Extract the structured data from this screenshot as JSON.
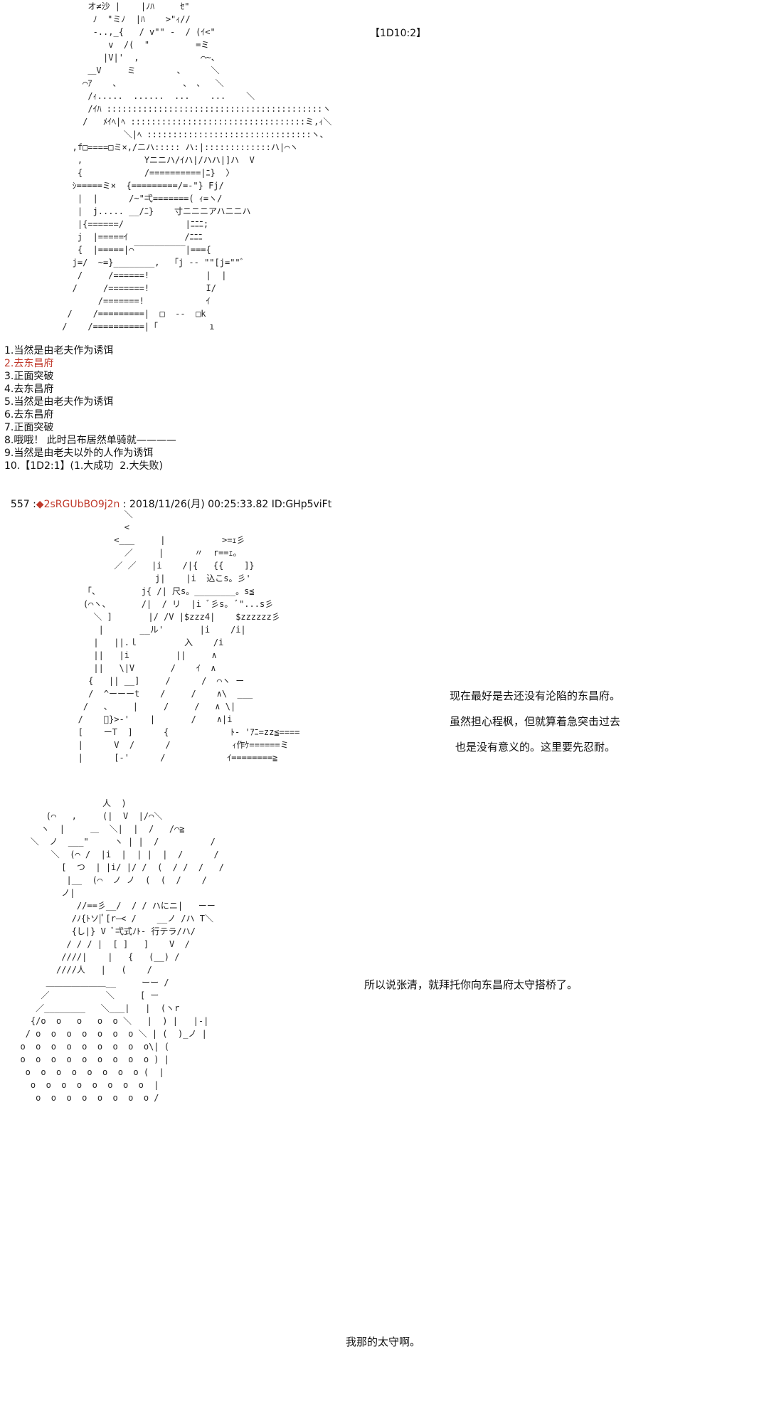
{
  "dice_result": "【1D10:2】",
  "roll_options": [
    "1.当然是由老夫作为诱饵",
    "2.去东昌府",
    "3.正面突破",
    "4.去东昌府",
    "5.当然是由老夫作为诱饵",
    "6.去东昌府",
    "7.正面突破",
    "8.哦哦！ 此时吕布居然单骑就————",
    "9.当然是由老夫以外的人作为诱饵",
    "10.【1D2:1】(1.大成功  2.大失败)"
  ],
  "post": {
    "number": "557 :",
    "trip": "◆2sRGUbBO9j2n",
    "meta": " : 2018/11/26(月) 00:25:33.82 ID:GHp5viFt"
  },
  "dialogs": {
    "line1": "现在最好是去还没有沦陷的东昌府。",
    "line2": "虽然担心程枫，但就算着急突击过去",
    "line3": "也是没有意义的。这里要先忍耐。",
    "line4": "所以说张清，就拜托你向东昌府太守搭桥了。",
    "line5": "我那的太守啊。"
  },
  "art": {
    "figure1": "      オ≠沙 |    |ﾉﾊ     ｾ\"\n       ﾉ  \"ミﾉ  |ﾊ    >\"ｨ//\n       -..,_{   / v\"\" -  / (ｲ<\"\n          v  /(  \"         =ミ\n         |V|'  ,            ⌒~、\n      ＿V     ミ        、     ＼\n     ⌒ｱ    、            、 、  ＼\n      /ｨ.....  ......  ...    ...    ＼\n      /ｲﾊ ::::::::::::::::::::::::::::::::::::::::::ヽ\n     /   ﾒｲﾍ|ﾍ ::::::::::::::::::::::::::::::::::ミ,ｨ＼\n             ＼|ﾍ ::::::::::::::::::::::::::::::::ヽ、\n   ,f□====□ミ×,/ニハ::::: ハ:|:::::::::::::ハ|⌒ヽ\n    ,            Yニニハ/ｲハ|/ハハ|]ハ  V\n    {            /==========|ﾆ}  〉\n   ｼ=====ミ×  {=========/=-\"} Fj/\n    |  |      /~\"弌=======( ｨ=ヽ/\n    |  j..... __/ﾆ}    寸ニニニアハニニハ\n    |{======/            |ﾆﾆﾆ;\n    j  |=====ｲ           /ﾆﾆﾆ\n    {  |=====|⌒‾‾‾‾‾‾‾‾‾‾|==={\n   j=/  ~=}________,  「j -- \"\"[j=\"\"ﾞ\n    /     /======!           |  |\n   /     /=======!           I/\n        /=======!            ｲ\n  /    /=========|  □  --  □k\n /    /==========|「          ı",
    "figure2": "            ＼\n            <    \n          <___     |           >=ｪ彡\n            ／     |      〃  r==ｪ。\n          ／ ／   |i    /|{   {{    ]}\n                  j|    |i  込こs。彡'\n    「、        j{ /| 尺s。________。s≦\n    (⌒ヽ、      /|  / リ  |i ﾞ彡s。 ﾞ\"...s彡\n      ＼ ]       |/ /V |$zzz4|    $zzzzzz彡\n       |       __ル'       |i    /i|\n      |   ||.ｌ         入    /i\n      ||   |i         ||     ∧\n      ||   \\|V       /    ｲ  ∧\n     {   || __]     /      /  ⌒ヽ ー\n     /  ^ーーーt    /     /    ∧\\  ___\n    /   、    |     /     /   ∧ \\|\n   /    ﾞ}>-'    |       /    ∧|i\n   [    ーT  ]      {            ﾄ- 'ｱﾆ=zz≦====\n   |      V  /      /            ｨ作ｹ======ミ\n   |      [-'      /            ｲ========≧",
    "figure3": "                  人  )\n       (⌒   ,     (|  V  |/⌒＼\n      ヽ  |     ＿  ＼|  |  /   /⌒≧\n    ＼  ノ  ___\"     ヽ | |  /          /\n        ＼  (⌒ /  |i  |  | |  |  /      /\n          [  つ  | |i/ |/ /  (  / /  /   /\n           |__  (⌒  ノ ノ  (  (  /    /\n          ノ|\n             //==彡__/  / / ハにニ|   ーー\n            /ﾉ{ﾄソ|ﾟ[r—< /    __ノ /ハ T＼\n            {し|} V ﾞ弌式ﾉﾄ- 行テラ/ハ/\n           / / / |  [ ]   ]    V  /\n          ////|    |   {   (__) /\n         ////人   |   (    /\n       ＿＿＿＿＿＿＿__     ーー /\n      ／           ＼     [ ー\n     ／________   ＼___|   |  (ヽr\n    {/o  o   o   o  o ＼   |  ) |   |-|\n   / o  o  o  o  o  o  o ＼ | (  )_ノ |\n  o  o  o  o  o  o  o  o  o\\| (\n  o  o  o  o  o  o  o  o  o ) |\n   o  o  o  o  o  o  o  o (  |\n    o  o  o  o  o  o  o  o  |\n     o  o  o  o  o  o  o  o /"
  }
}
